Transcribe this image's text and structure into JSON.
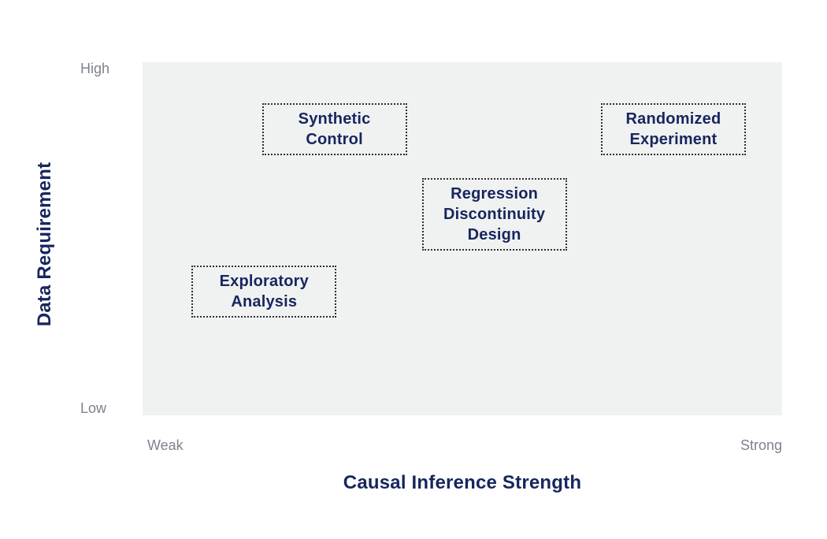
{
  "chart_data": {
    "type": "scatter",
    "variant": "quadrant-positioning-chart",
    "title": "",
    "xlabel": "Causal Inference Strength",
    "ylabel": "Data Requirement",
    "x_axis": {
      "min_label": "Weak",
      "max_label": "Strong",
      "range": [
        0,
        1
      ],
      "numeric_ticks_shown": false
    },
    "y_axis": {
      "min_label": "Low",
      "max_label": "High",
      "range": [
        0,
        1
      ],
      "numeric_ticks_shown": false
    },
    "grid": false,
    "legend": false,
    "points": [
      {
        "label": "Synthetic Control",
        "x": 0.3,
        "y": 0.81
      },
      {
        "label": "Randomized Experiment",
        "x": 0.83,
        "y": 0.81
      },
      {
        "label": "Regression Discontinuity Design",
        "x": 0.55,
        "y": 0.57
      },
      {
        "label": "Exploratory Analysis",
        "x": 0.19,
        "y": 0.35
      }
    ],
    "point_style": {
      "shape": "label-box",
      "border": "dotted",
      "fill": "transparent"
    }
  },
  "colors": {
    "navy": "#17265e",
    "tick_gray": "#7d828e",
    "plot_bg": "#f0f1f1",
    "box_border": "#2e2e2e",
    "page_bg": "#ffffff"
  }
}
